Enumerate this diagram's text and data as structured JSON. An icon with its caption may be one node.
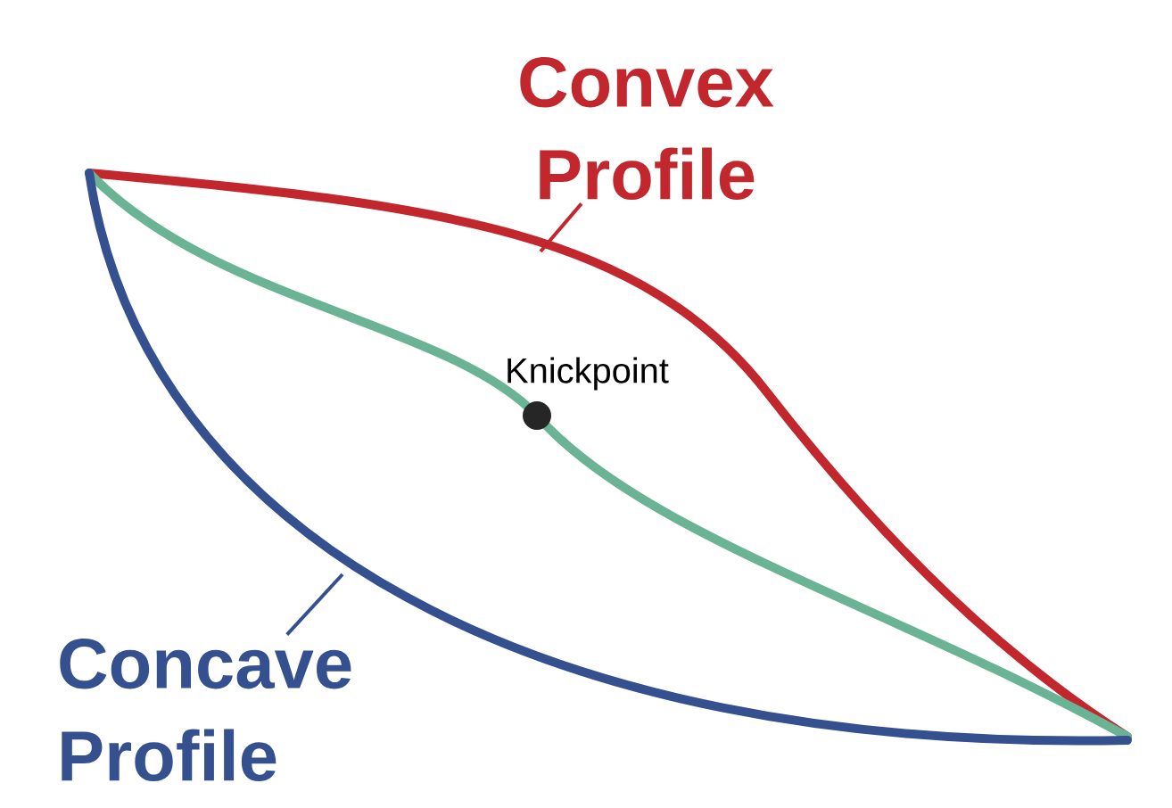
{
  "diagram": {
    "nodes": [
      {
        "text": [
          "Convex Profile"
        ]
      },
      {
        "text": [
          "Concave Profile"
        ]
      },
      {
        "text": [],
        "shape": "circle",
        "beside": [
          "Knickpoint"
        ]
      }
    ],
    "edges": [
      {
        "from": 0,
        "to": null,
        "arrow": "none",
        "color": "#c1272d"
      },
      {
        "from": 1,
        "to": null,
        "arrow": "none",
        "color": "#34508e"
      }
    ]
  }
}
